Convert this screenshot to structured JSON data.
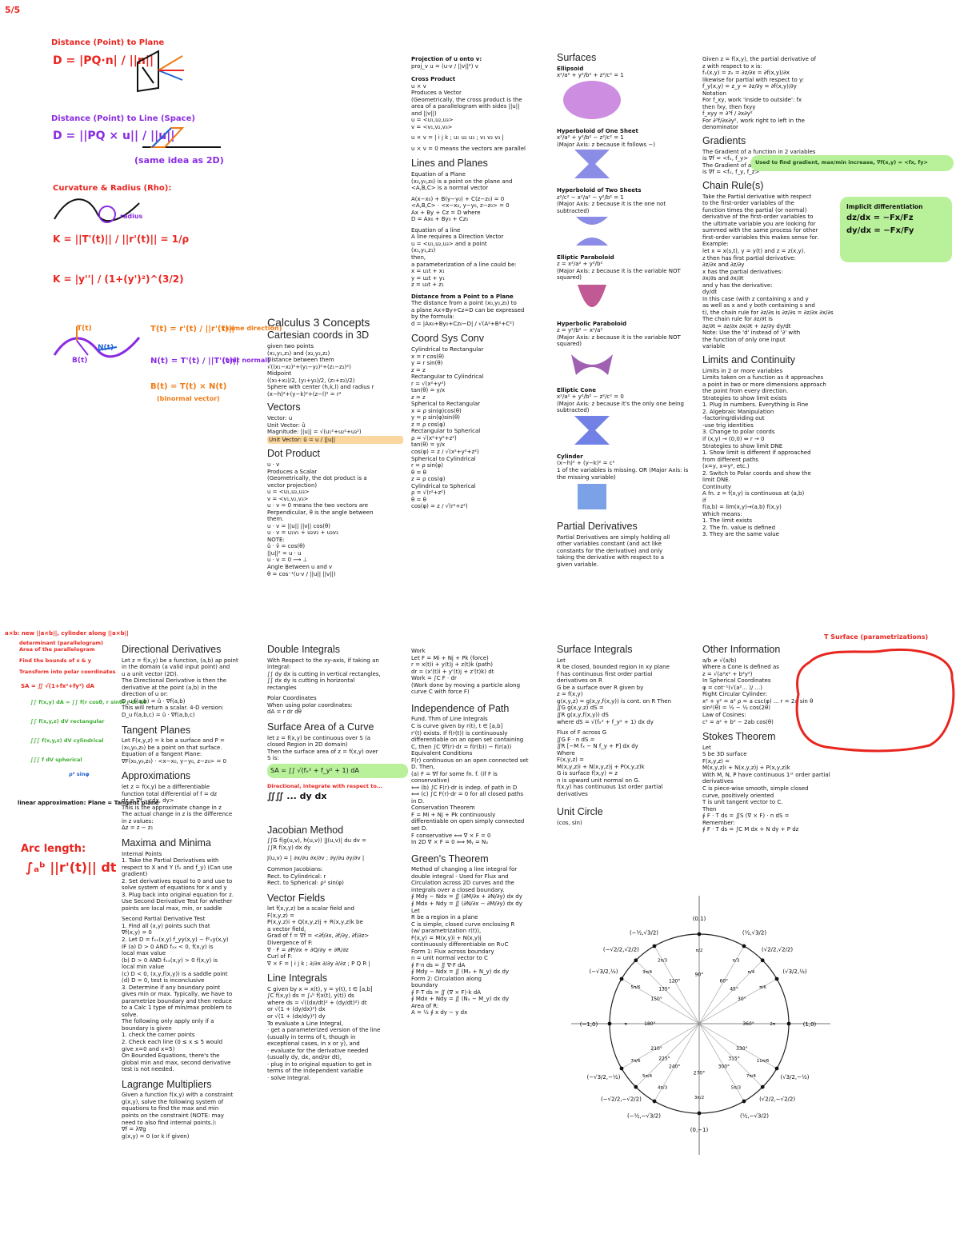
{
  "page": {
    "corner_mark": "5/5"
  },
  "handwritten": {
    "dist_point_plane": {
      "title": "Distance (Point) to Plane",
      "formula": "D = |PQ·n| / ||n||"
    },
    "dist_point_line": {
      "title": "Distance (Point) to Line (Space)",
      "formula": "D = ||PQ × u|| / ||u||",
      "aux": "(same idea as 2D)"
    },
    "curvature": {
      "title": "Curvature & Radius (Rho):",
      "k1": "K = ||T'(t)|| / ||r'(t)|| = 1/ρ",
      "k2": "K = |y''| / (1+(y')²)^(3/2)",
      "rho": "radius"
    },
    "tnb": {
      "t": "T(t) = r'(t) / ||r'(t)||",
      "n": "N(t) = T'(t) / ||T'(t)||",
      "b": "B(t) = T(t) × N(t)",
      "t_note": "(same direction)",
      "n_note": "(unit normal)",
      "b_note": "(binormal vector)",
      "labels": [
        "T(t)",
        "N(t)",
        "B(t)"
      ]
    },
    "left_lower": {
      "red1": "a×b: new ||a×b||, cylinder along ||a×b||",
      "lines": [
        "determinant (parallelogram)",
        "Area of the parallelogram",
        "Find the bounds of x & y",
        "Transform into polar coordinates",
        "SA = ∬ √(1+fx²+fy²) dA",
        "∫∫ f(x,y) dA = ∫∫ f(r cosθ, r sinθ) r dr dθ",
        "∫∫ f(x,y,z) dV rectangular",
        "∫∫∫ f(x,y,z) dV cylindrical",
        "∫∫∫ f dV spherical",
        "ρ² sinφ"
      ],
      "tangent_plane": "linear approximation: Plane = Tangent plane",
      "arc_prefix": "Arc length:",
      "arc_formula": "∫ₐᵇ ||r'(t)|| dt"
    },
    "tnb_corner": {
      "title": "T Surface (parametrizations)"
    },
    "implicit": {
      "title": "Implicit differentiation",
      "lines": [
        "dz/dx = −Fx/Fz",
        "dy/dx = −Fx/Fy"
      ]
    },
    "mid_note": {
      "title": "Directional, integrate with respect to...",
      "formula": "∬∬ ... dy dx"
    }
  },
  "col1": {
    "title1": "Calculus 3 Concepts",
    "title2": "Cartesian coords in 3D",
    "cart_lines": [
      "given two points",
      "(x₁,y₁,z₁) and (x₂,y₂,z₂)",
      "Distance between them",
      "√((x₁−x₂)²+(y₁−y₂)²+(z₁−z₂)²)",
      "Midpoint",
      "((x₁+x₂)/2, (y₁+y₂)/2, (z₁+z₂)/2)",
      "Sphere with center (h,k,l) and radius r",
      "(x−h)²+(y−k)²+(z−l)² = r²"
    ],
    "vectors_title": "Vectors",
    "vectors_lines": [
      "Vector: u",
      "Unit Vector: û",
      "Magnitude: ||u|| = √(u₁²+u₂²+u₃²)"
    ],
    "vectors_hl": "Unit Vector: û = u / ||u||",
    "dot_title": "Dot Product",
    "dot_lines": [
      "u · v",
      "Produces a Scalar",
      "(Geometrically, the dot product is a",
      "vector projection)",
      "u = <u₁,u₂,u₃>",
      "v = <v₁,v₂,v₃>",
      "u · v = 0 means the two vectors are",
      "Perpendicular, θ is the angle between",
      "them.",
      "u · v = ||u|| ||v|| cos(θ)",
      "u · v = u₁v₁ + u₂v₂ + u₃v₃",
      "NOTE:",
      "û · v̂ = cos(θ)",
      "||u||² = u · u",
      "u · v = 0 ⟶ ⊥",
      "Angle Between u and v",
      "θ = cos⁻¹(u·v / ||u|| ||v||)"
    ]
  },
  "col2": {
    "proj_title": "Projection of u onto v:",
    "proj_lines": [
      "proj_v u = (u·v / ||v||²) v"
    ],
    "cross_title": "Cross Product",
    "cross_lines": [
      "u × v",
      "Produces a Vector",
      "(Geometrically, the cross product is the",
      "area of a parallelogram with sides ||u||",
      "and ||v||)",
      "u = <u₁,u₂,u₃>",
      "v = <v₁,v₂,v₃>",
      "",
      "u × v = | i  j  k ; u₁ u₂ u₃ ; v₁ v₂ v₃ |",
      "",
      "u × v = 0 means the vectors are parallel"
    ],
    "lines_title": "Lines and Planes",
    "lines_lines": [
      "Equation of a Plane",
      "(x₀,y₀,z₀) is a point on the plane and",
      "<A,B,C> is a normal vector",
      "",
      "A(x−x₀) + B(y−y₀) + C(z−z₀) = 0",
      "<A,B,C> · <x−x₀, y−y₀, z−z₀> = 0",
      "Ax + By + Cz = D where",
      "D = Ax₀ + By₀ + Cz₀",
      "",
      "Equation of a line",
      "A line requires a Direction Vector",
      "u = <u₁,u₂,u₃> and a point",
      "(x₁,y₁,z₁)",
      "then,",
      "a parameterization of a line could be:",
      "x = u₁t + x₁",
      "y = u₂t + y₁",
      "z = u₃t + z₁"
    ],
    "dist_title": "Distance from a Point to a Plane",
    "dist_lines": [
      "The distance from a point (x₀,y₀,z₀) to",
      "a plane Ax+By+Cz=D can be expressed",
      "by the formula:",
      "d = |Ax₀+By₀+Cz₀−D| / √(A²+B²+C²)"
    ],
    "coord_title": "Coord Sys Conv",
    "coord_lines": [
      "Cylindrical to Rectangular",
      "x = r cos(θ)",
      "y = r sin(θ)",
      "z = z",
      "Rectangular to Cylindrical",
      "r = √(x²+y²)",
      "tan(θ) = y/x",
      "z = z",
      "Spherical to Rectangular",
      "x = ρ sin(φ)cos(θ)",
      "y = ρ sin(φ)sin(θ)",
      "z = ρ cos(φ)",
      "Rectangular to Spherical",
      "ρ = √(x²+y²+z²)",
      "tan(θ) = y/x",
      "cos(φ) = z / √(x²+y²+z²)",
      "Spherical to Cylindrical",
      "r = ρ sin(φ)",
      "θ = θ",
      "z = ρ cos(φ)",
      "Cylindrical to Spherical",
      "ρ = √(r²+z²)",
      "θ = θ",
      "cos(φ) = z / √(r²+z²)"
    ]
  },
  "col3": {
    "title": "Surfaces",
    "items": [
      {
        "name": "Ellipsoid",
        "eq": "x²/a² + y²/b² + z²/c² = 1",
        "note": ""
      },
      {
        "name": "Hyperboloid of One Sheet",
        "eq": "x²/a² + y²/b² − z²/c² = 1",
        "note": "(Major Axis: z because it follows −)"
      },
      {
        "name": "Hyperboloid of Two Sheets",
        "eq": "z²/c² − x²/a² − y²/b² = 1",
        "note": "(Major Axis: z because it is the one not subtracted)"
      },
      {
        "name": "Elliptic Paraboloid",
        "eq": "z = x²/a² + y²/b²",
        "note": "(Major Axis: z because it is the variable NOT squared)"
      },
      {
        "name": "Hyperbolic Paraboloid",
        "eq": "z = y²/b² − x²/a²",
        "note": "(Major Axis: z because it is the variable NOT squared)"
      },
      {
        "name": "Elliptic Cone",
        "eq": "x²/a² + y²/b² − z²/c² = 0",
        "note": "(Major Axis: z because it's the only one being subtracted)"
      },
      {
        "name": "Cylinder",
        "eq": "(x−h)² + (y−k)² = c²",
        "note": "1 of the variables is missing. OR (Major Axis: is the missing variable)"
      }
    ],
    "partial_title": "Partial Derivatives",
    "partial_lines": [
      "Partial Derivatives are simply holding all",
      "other variables constant (and act like",
      "constants for the derivative) and only",
      "taking the derivative with respect to a",
      "given variable."
    ]
  },
  "col4": {
    "intro_lines": [
      "Given z = f(x,y), the partial derivative of",
      "z with respect to x is:",
      "fₓ(x,y) = zₓ = ∂z/∂x = ∂f(x,y)/∂x",
      "likewise for partial with respect to y:",
      "f_y(x,y) = z_y = ∂z/∂y = ∂f(x,y)/∂y",
      "Notation",
      "For f_xy, work 'inside to outside': fx",
      "then fxy, then fxyy",
      "f_xyy = ∂³f / ∂x∂y²",
      "For ∂³f/∂x∂y², work right to left in the",
      "denominator"
    ],
    "grad_title": "Gradients",
    "grad_hl": "Used to find gradient, max/min increase, ∇f(x,y) = <fx, fy>",
    "grad_lines": [
      "The Gradient of a function in 2 variables",
      "is ∇f = <fₓ, f_y>",
      "The Gradient of a function in 3 variables",
      "is ∇f = <fₓ, f_y, f_z>"
    ],
    "chain_title": "Chain Rule(s)",
    "chain_lines": [
      "Take the Partial derivative with respect",
      "to the first-order variables of the",
      "function times the partial (or normal)",
      "derivative of the first-order variables to",
      "the ultimate variable you are looking for",
      "summed with the same process for other",
      "first-order variables this makes sense for.",
      "Example:",
      "let x = x(s,t), y = y(t) and z = z(x,y).",
      "z then has first partial derivative:",
      "∂z/∂x and ∂z/∂y",
      "x has the partial derivatives:",
      "∂x/∂s and ∂x/∂t",
      "and y has the derivative:",
      "dy/dt",
      "In this case (with z containing x and y",
      "as well as x and y both containing s and",
      "t), the chain rule for ∂z/∂s is ∂z/∂s = ∂z/∂x ∂x/∂s",
      "The chain rule for ∂z/∂t is",
      "∂z/∂t = ∂z/∂x ∂x/∂t + ∂z/∂y dy/dt",
      "Note: Use the 'd' instead of '∂' with",
      "the function of only one input",
      "variable"
    ],
    "limits_title": "Limits and Continuity",
    "limits_lines": [
      "Limits in 2 or more variables",
      "Limits taken on a function as it approaches",
      "a point in two or more dimensions approach",
      "the point from every direction.",
      "Strategies to show limit exists",
      "1. Plug in numbers. Everything is Fine",
      "2. Algebraic Manipulation",
      "   -factoring/dividing out",
      "   -use trig identities",
      "3. Change to polar coords",
      "   if (x,y) → (0,0) ⇔ r → 0",
      "Strategies to show limit DNE",
      "1. Show limit is different if approached",
      "from different paths",
      "(x=y, x=y², etc.)",
      "2. Switch to Polar coords and show the",
      "limit DNE.",
      "Continuity",
      "A fn. z = f(x,y) is continuous at (a,b)",
      "if",
      "f(a,b) = lim(x,y)→(a,b) f(x,y)",
      "Which means:",
      "1. The limit exists",
      "2. The fn. value is defined",
      "3. They are the same value"
    ]
  },
  "b1": {
    "dir_title": "Directional Derivatives",
    "dir_lines": [
      "Let z = f(x,y) be a function, (a,b) ap point",
      "in the domain (a valid input point) and",
      "u a unit vector (2D).",
      "The Directional Derivative is then the",
      "derivative at the point (a,b) in the",
      "direction of u or:",
      "D_u f(a,b) = û · ∇f(a,b)",
      "This will return a scalar. 4-D version:",
      "D_u f(a,b,c) = û · ∇f(a,b,c)"
    ],
    "tan_title": "Tangent Planes",
    "tan_lines": [
      "Let F(x,y,z) = k be a surface and P =",
      "(x₀,y₀,z₀) be a point on that surface.",
      "Equation of a Tangent Plane:",
      "∇F(x₀,y₀,z₀) · <x−x₀, y−y₀, z−z₀> = 0"
    ],
    "approx_title": "Approximations",
    "approx_lines": [
      "let z = f(x,y) be a differentiable",
      "function total differential of f = dz",
      "dz = ∇f · <dx, dy>",
      "This is the approximate change in z",
      "The actual change in z is the difference",
      "in z values:",
      "Δz = z − z₁"
    ],
    "max_title": "Maxima and Minima",
    "max_lines": [
      "Internal Points",
      "1. Take the Partial Derivatives with",
      "respect to X and Y (fₓ and f_y) (Can use",
      "gradient)",
      "2. Set derivatives equal to 0 and use to",
      "solve system of equations for x and y",
      "3. Plug back into original equation for z.",
      "Use Second Derivative Test for whether",
      "points are local max, min, or saddle",
      "",
      "Second Partial Derivative Test",
      "1. Find all (x,y) points such that",
      "∇f(x,y) = 0",
      "2. Let D = fₓₓ(x,y) f_yy(x,y) − f²ₓy(x,y)",
      "IF (a) D > 0 AND fₓₓ < 0, f(x,y) is",
      "local max value",
      "(b) D > 0 AND fₓₓ(x,y) > 0 f(x,y) is",
      "local min value",
      "(c) D < 0, (x,y,f(x,y)) is a saddle point",
      "(d) D = 0, test is inconclusive",
      "3. Determine if any boundary point",
      "gives min or max. Typically, we have to",
      "parametrize boundary and then reduce",
      "to a Calc 1 type of min/max problem to",
      "solve.",
      "The following only apply only if a",
      "boundary is given",
      "1. check the corner points",
      "2. Check each line (0 ≤ x ≤ 5 would",
      "give x=0 and x=5)",
      "On Bounded Equations, there's the",
      "global min and max, second derivative",
      "test is not needed."
    ],
    "lag_title": "Lagrange Multipliers",
    "lag_lines": [
      "Given a function f(x,y) with a constraint",
      "g(x,y), solve the following system of",
      "equations to find the max and min",
      "points on the constraint (NOTE: may",
      "need to also find internal points.):",
      "∇f = λ∇g",
      "g(x,y) = 0 (or k if given)"
    ]
  },
  "b2": {
    "double_title": "Double Integrals",
    "double_lines": [
      "With Respect to the xy-axis, if taking an",
      "integral:",
      "∫∫ dy dx is cutting in vertical rectangles,",
      "∫∫ dx dy is cutting in horizontal",
      "rectangles",
      "",
      "Polar Coordinates",
      "When using polar coordinates:",
      "dA = r dr dθ"
    ],
    "sa_title": "Surface Area of a Curve",
    "sa_lines": [
      "let z = f(x,y) be continuous over S (a",
      "closed Region in 2D domain)",
      "Then the surface area of z = f(x,y) over",
      "S is:"
    ],
    "sa_hl": "SA = ∫∫ √(fₓ² + f_y² + 1) dA",
    "jac_title": "Jacobian Method",
    "jac_lines": [
      "∫∫G f(g(u,v), h(u,v)) |J(u,v)| du dv =",
      "∫∫R f(x,y) dx dy",
      "",
      "J(u,v) = | ∂x/∂u ∂x/∂v ; ∂y/∂u ∂y/∂v |",
      "",
      "Common Jacobians:",
      "Rect. to Cylindrical: r",
      "Rect. to Spherical: ρ² sin(φ)"
    ],
    "vf_title": "Vector Fields",
    "vf_lines": [
      "let f(x,y,z) be a scalar field and",
      "F(x,y,z) =",
      "P(x,y,z)i + Q(x,y,z)j + R(x,y,z)k be",
      "a vector field,",
      "Grad of f = ∇f = <∂f/∂x, ∂f/∂y, ∂f/∂z>",
      "Divergence of F:",
      "∇ · F = ∂P/∂x + ∂Q/∂y + ∂R/∂z",
      "Curl of F:",
      "∇ × F = | i j k ; ∂/∂x ∂/∂y ∂/∂z ; P Q R |"
    ],
    "li_title": "Line Integrals",
    "li_lines": [
      "C given by x = x(t), y = y(t), t ∈ [a,b]",
      "∫C f(x,y) ds = ∫ₐᵇ f(x(t), y(t)) ds",
      "where ds = √((dx/dt)² + (dy/dt)²) dt",
      "or √(1 + (dy/dx)²) dx",
      "or √(1 + (dx/dy)²) dy",
      "To evaluate a Line Integral,",
      "· get a parameterized version of the line",
      "(usually in terms of t, though in",
      "exceptional cases, in x or y), and",
      "· evaluate for the derivative needed",
      "(usually dy, dx, and/or dt),",
      "· plug in to original equation to get in",
      "terms of the independent variable",
      "· solve integral."
    ]
  },
  "b3": {
    "work_lines": [
      "Work",
      "Let F = Mi + Nj + Pk (force)",
      "r = x(t)i + y(t)j + z(t)k (path)",
      "dr = (x'(t)i + y'(t)j + z'(t)k) dt",
      "Work = ∫C F · dr",
      "(Work done by moving a particle along",
      "curve C with force F)"
    ],
    "ind_title": "Independence of Path",
    "ind_lines": [
      "Fund. Thm of Line Integrals",
      "C is curve given by r(t), t ∈ [a,b]",
      "r'(t) exists. If f(r(t)) is continuously",
      "differentiable on an open set containing",
      "C, then ∫C ∇f(r)·dr = f(r(b)) − f(r(a))",
      "Equivalent Conditions",
      "F(r) continuous on an open connected set",
      "D. Then,",
      "(a) F = ∇f for some fn. f. (if F is",
      "conservative)",
      "⟺ (b) ∫C F(r)·dr is indep. of path in D",
      "⟺ (c) ∫C F(r)·dr = 0 for all closed paths",
      "in D.",
      "Conservation Theorem",
      "F = Mi + Nj + Pk continuously",
      "differentiable on open simply connected",
      "set D.",
      "F conservative ⟺ ∇ × F = 0",
      "In 2D ∇ × F = 0 ⟺ Mᵧ = Nₓ"
    ],
    "green_title": "Green's Theorem",
    "green_lines": [
      "Method of changing a line integral for",
      "double integral - Used for Flux and",
      "Circulation across 2D curves and the",
      "integrals over a closed boundary.",
      "∮ Mdy − Ndx = ∬ (∂M/∂x + ∂N/∂y) dx dy",
      "∮ Mdx + Ndy = ∬ (∂N/∂x − ∂M/∂y) dx dy",
      "Let",
      "R be a region in a plane",
      "C is simple, closed curve enclosing R",
      "(w/ parametrization r(t)),",
      "F(x,y) = M(x,y)i + N(x,y)j",
      "continuously differentiable on R∪C",
      "Form 1: Flux across boundary",
      "n = unit normal vector to C",
      "∮ F·n ds = ∬ ∇·F dA",
      "∮ Mdy − Ndx = ∬ (Mₓ + N_y) dx dy",
      "Form 2: Circulation along",
      "boundary",
      "∮ F·T ds = ∬ (∇ × F)·k dA",
      "∮ Mdx + Ndy = ∬ (Nₓ − M_y) dx dy",
      "Area of R:",
      "A = ½ ∮ x dy − y dx"
    ]
  },
  "b4": {
    "si_title": "Surface Integrals",
    "si_lines": [
      "Let",
      "R be closed, bounded region in xy plane",
      "f has continuous first order partial",
      "derivatives on R",
      "G be a surface over R given by",
      "z = f(x,y)",
      "g(x,y,z) = g(x,y,f(x,y)) is cont. on R Then",
      "∬G g(x,y,z) dS =",
      "∬R g(x,y,f(x,y)) dS",
      "where dS = √(fₓ² + f_y² + 1) dx dy",
      "",
      "Flux of F across G",
      "∬G F · n dS =",
      "∬R [−M fₓ − N f_y + P] dx dy",
      "Where",
      "F(x,y,z) =",
      "M(x,y,z)i + N(x,y,z)j + P(x,y,z)k",
      "G is surface f(x,y) = z",
      "n is upward unit normal on G.",
      "f(x,y) has continuous 1st order partial",
      "derivatives"
    ],
    "uc_title": "Unit Circle",
    "uc_sub": "(cos, sin)",
    "uc_points": [
      "(0,1)",
      "(0,−1)",
      "(1,0)",
      "(−1,0)",
      "(½,√3/2)",
      "(√2/2,√2/2)",
      "(√3/2,½)",
      "(−½,√3/2)",
      "(−√2/2,√2/2)",
      "(−√3/2,½)",
      "(−√3/2,−½)",
      "(−√2/2,−√2/2)",
      "(−½,−√3/2)",
      "(½,−√3/2)",
      "(√2/2,−√2/2)",
      "(√3/2,−½)"
    ],
    "uc_degrees": [
      "90°",
      "60°",
      "45°",
      "30°",
      "120°",
      "135°",
      "150°",
      "180°",
      "210°",
      "225°",
      "240°",
      "270°",
      "300°",
      "315°",
      "330°",
      "360°"
    ],
    "uc_radians": [
      "π/2",
      "π/3",
      "π/4",
      "π/6",
      "2π/3",
      "3π/4",
      "5π/6",
      "π",
      "7π/6",
      "5π/4",
      "4π/3",
      "3π/2",
      "5π/3",
      "7π/4",
      "11π/6",
      "2π"
    ]
  },
  "b5": {
    "other_title": "Other Information",
    "other_lines": [
      "a/b ≠ √(a/b)",
      "Where a Cone is defined as",
      "z = √(a²x² + b²y²)",
      "In Spherical Coordinates",
      "φ = cot⁻¹(√(a²... )/ ...)",
      "Right Circular Cylinder:",
      "x² + y² = a²   ρ = a csc(φ) ... r = 2a sin θ",
      "sin²(θ) = ½ − ½ cos(2θ)",
      "Law of Cosines:",
      "c² = a² + b² − 2ab cos(θ)"
    ],
    "stokes_title": "Stokes Theorem",
    "stokes_lines": [
      "Let",
      "S be 3D surface",
      "F(x,y,z) =",
      "M(x,y,z)i + N(x,y,z)j + P(x,y,z)k",
      "With M, N, P have continuous 1ˢᵗ order partial",
      "derivatives",
      "C is piece-wise smooth, simple closed",
      "curve, positively oriented",
      "T is unit tangent vector to C.",
      "Then",
      "∮ F · T ds = ∬S (∇ × F) · n dS =",
      "Remember:",
      "∮ F · T ds = ∫C M dx + N dy + P dz"
    ]
  },
  "colors": {
    "red": "#e8251f",
    "orange": "#ef7a14",
    "purple": "#8a2be2",
    "green": "#3fae34",
    "blue": "#1f63d6",
    "hl_orange": "#fbd7a0",
    "hl_green": "#b9f19a"
  }
}
